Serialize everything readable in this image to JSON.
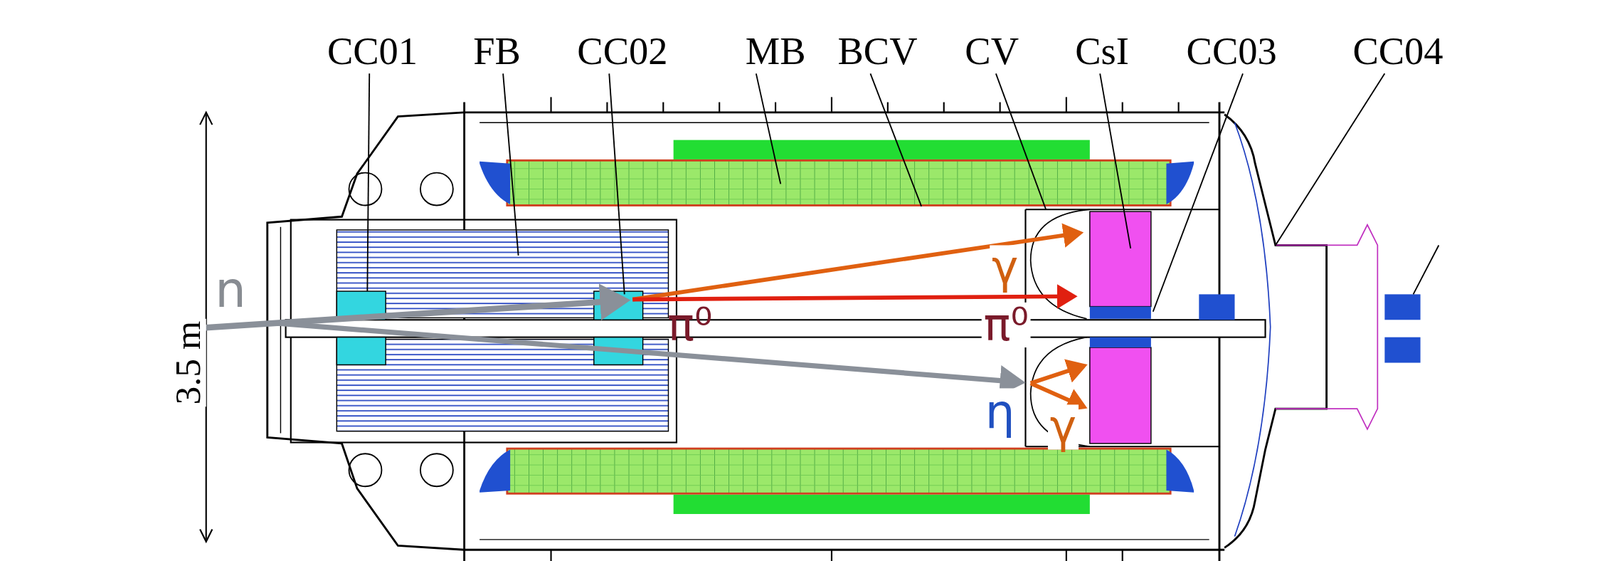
{
  "diagram": {
    "labels": [
      "CC01",
      "FB",
      "CC02",
      "MB",
      "BCV",
      "CV",
      "CsI",
      "CC03",
      "CC04",
      "3.5 m",
      "n",
      "π⁰",
      "π⁰",
      "γ",
      "γ",
      "η"
    ]
  }
}
